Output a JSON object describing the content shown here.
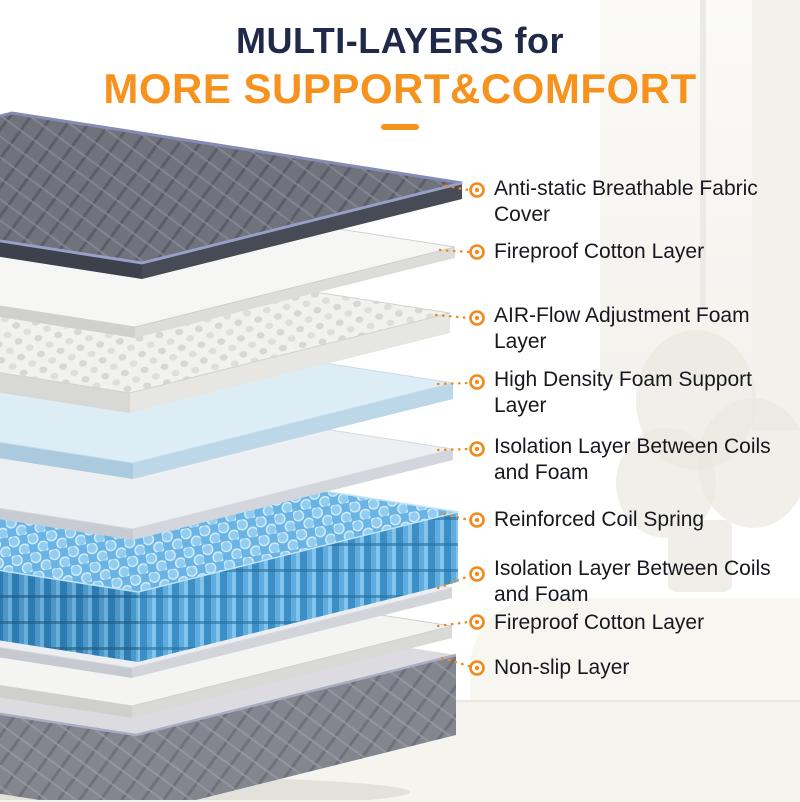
{
  "header": {
    "title": "MULTI-LAYERS for",
    "subtitle": "MORE SUPPORT&COMFORT"
  },
  "callouts": [
    {
      "label": "Anti-static Breathable Fabric Cover"
    },
    {
      "label": "Fireproof Cotton Layer"
    },
    {
      "label": "AIR-Flow Adjustment Foam Layer"
    },
    {
      "label": "High Density Foam Support Layer"
    },
    {
      "label": "Isolation Layer Between Coils and Foam"
    },
    {
      "label": "Reinforced Coil Spring"
    },
    {
      "label": "Isolation Layer Between Coils and Foam"
    },
    {
      "label": "Fireproof Cotton Layer"
    },
    {
      "label": "Non-slip Layer"
    }
  ],
  "diagram": {
    "type": "exploded-layer-diagram",
    "subject": "mattress",
    "layers_top_to_bottom": [
      "Anti-static Breathable Fabric Cover",
      "Fireproof Cotton Layer",
      "AIR-Flow Adjustment Foam Layer",
      "High Density Foam Support Layer",
      "Isolation Layer Between Coils and Foam",
      "Reinforced Coil Spring",
      "Isolation Layer Between Coils and Foam",
      "Fireproof Cotton Layer",
      "Non-slip Layer"
    ],
    "marker_icon": "ring-dot-icon",
    "leader_line_style": "dotted"
  },
  "colors": {
    "accent_orange": "#F6921E",
    "title_navy": "#20294A",
    "label_text": "#17171F",
    "coil_blue": "#5FACDD",
    "fabric_gray": "#70737C"
  }
}
